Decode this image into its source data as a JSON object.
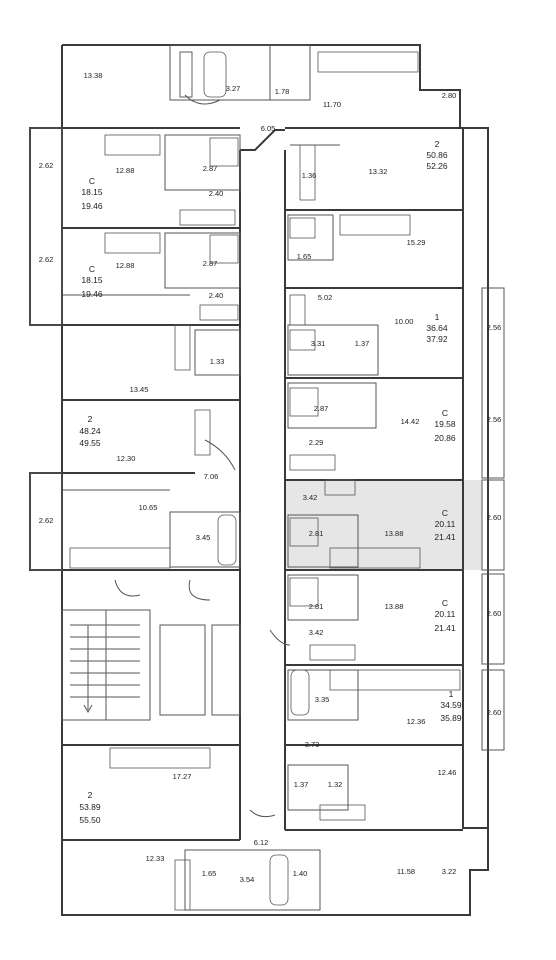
{
  "apartments": [
    {
      "id": "apt-a-top-left",
      "room": "2",
      "area": "50.86",
      "total": "52.26"
    },
    {
      "id": "apt-b",
      "room": "C",
      "area": "18.15",
      "total": "19.46"
    },
    {
      "id": "apt-c",
      "room": "C",
      "area": "18.15",
      "total": "19.46"
    },
    {
      "id": "apt-d",
      "room": "2",
      "area": "48.24",
      "total": "49.55"
    },
    {
      "id": "apt-e",
      "room": "1",
      "area": "36.64",
      "total": "37.92"
    },
    {
      "id": "apt-f",
      "room": "C",
      "area": "19.58",
      "total": "20.86"
    },
    {
      "id": "apt-g",
      "room": "C",
      "area": "20.11",
      "total": "21.41",
      "highlighted": true
    },
    {
      "id": "apt-h",
      "room": "C",
      "area": "20.11",
      "total": "21.41"
    },
    {
      "id": "apt-i",
      "room": "1",
      "area": "34.59",
      "total": "35.89"
    },
    {
      "id": "apt-j",
      "room": "2",
      "area": "53.89",
      "total": "55.50"
    }
  ],
  "rooms": {
    "r1": "13.38",
    "r2": "3.27",
    "r3": "1.78",
    "r4": "11.70",
    "r5": "2.80",
    "r6": "6.05",
    "r7": "2.62",
    "r8": "12.88",
    "r9": "2.87",
    "r10": "2.40",
    "r11": "1.36",
    "r12": "13.32",
    "r13": "2.62",
    "r14": "12.88",
    "r15": "2.87",
    "r16": "2.40",
    "r17": "1.65",
    "r18": "15.29",
    "r19": "5.02",
    "r20": "10.00",
    "r21": "3.31",
    "r22": "1.37",
    "r23": "2.56",
    "r24": "1.33",
    "r25": "13.45",
    "r26": "2.87",
    "r27": "14.42",
    "r28": "2.56",
    "r29": "2.29",
    "r30": "12.30",
    "r31": "7.06",
    "r32": "3.42",
    "r33": "10.65",
    "r34": "3.45",
    "r35": "2.62",
    "r36": "2.81",
    "r37": "13.88",
    "r38": "2.60",
    "r39": "2.81",
    "r40": "13.88",
    "r41": "2.60",
    "r42": "3.42",
    "r43": "3.35",
    "r44": "12.36",
    "r45": "2.60",
    "r46": "3.73",
    "r47": "17.27",
    "r48": "1.37",
    "r49": "1.32",
    "r50": "12.46",
    "r51": "6.12",
    "r52": "12.33",
    "r53": "1.65",
    "r54": "3.54",
    "r55": "1.40",
    "r56": "11.58",
    "r57": "3.22"
  },
  "colors": {
    "wall": "#3a3a3a",
    "highlight": "#e6e6e6"
  }
}
